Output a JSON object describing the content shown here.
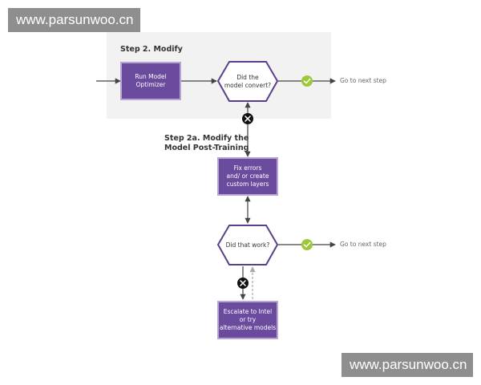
{
  "watermark": {
    "text": "www.parsunwoo.cn"
  },
  "steps": {
    "modify": "Step 2. Modify",
    "post_training": "Step 2a. Modify the\nModel Post-Training"
  },
  "nodes": {
    "run_model_optimizer": "Run Model\nOptimizer",
    "did_model_convert": "Did the\nmodel convert?",
    "fix_errors": "Fix errors\nand/ or create\ncustom layers",
    "did_that_work": "Did that work?",
    "escalate": "Escalate to Intel\nor try\nalternative models"
  },
  "outcomes": {
    "next_step_1": "Go to next step",
    "next_step_2": "Go to next step"
  },
  "colors": {
    "box_fill": "#6b4b9e",
    "box_border": "#b7a6d4",
    "hex_stroke": "#5a3f8a",
    "panel_bg": "#f2f2f2",
    "yes_green": "#9cc83c",
    "no_black": "#111111",
    "arrow": "#444444"
  },
  "icons": {
    "yes": "check-icon",
    "no": "x-icon"
  }
}
